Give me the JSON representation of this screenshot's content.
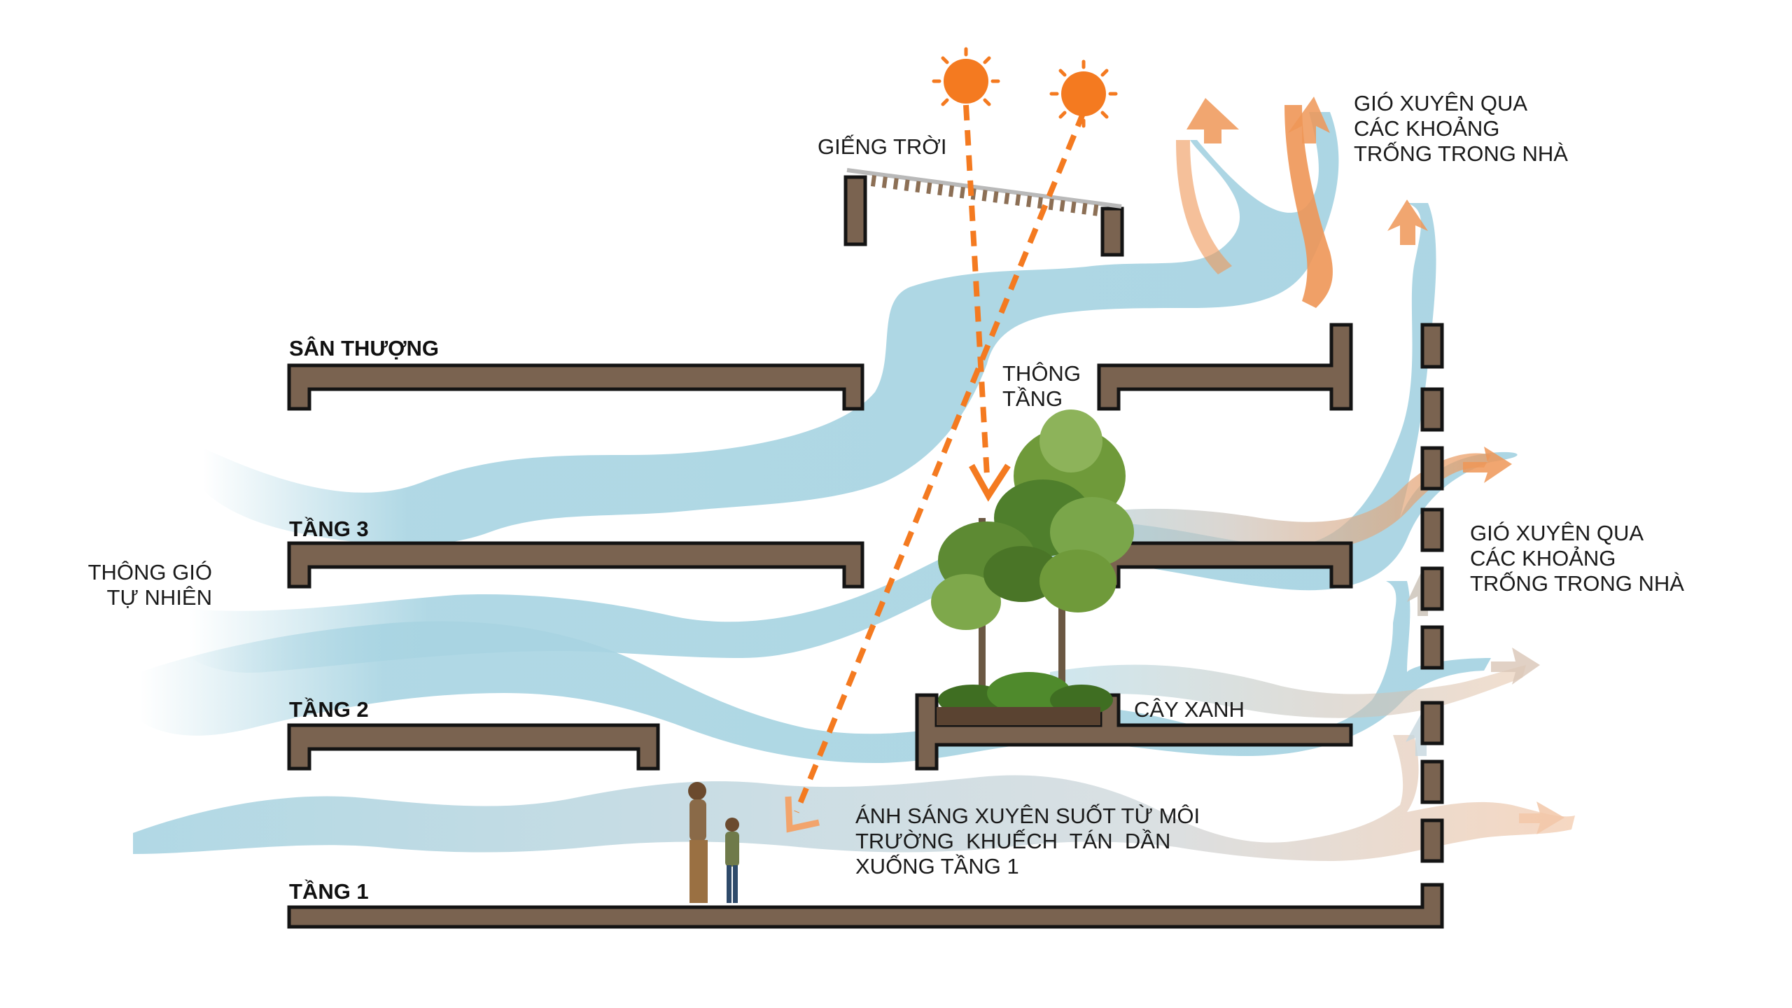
{
  "colors": {
    "slab_fill": "#7a6350",
    "slab_stroke": "#141414",
    "wind_blue": "#a8d4e2",
    "wind_orange": "#ee9657",
    "sun": "#f47a20",
    "light_ray": "#f47a20",
    "skylight_glass": "#b9b9b9",
    "skylight_louver": "#8c6f55"
  },
  "labels": {
    "skylight": "GIẾNG TRỜI",
    "wind_top_1": "GIÓ XUYÊN QUA",
    "wind_top_2": "CÁC KHOẢNG",
    "wind_top_3": "TRỐNG TRONG NHÀ",
    "rooftop": "SÂN THƯỢNG",
    "void_1": "THÔNG",
    "void_2": "TẦNG",
    "floor3": "TẦNG 3",
    "natural_vent_1": "THÔNG GIÓ",
    "natural_vent_2": "TỰ NHIÊN",
    "wind_right_1": "GIÓ XUYÊN QUA",
    "wind_right_2": "CÁC KHOẢNG",
    "wind_right_3": "TRỐNG TRONG NHÀ",
    "floor2": "TẦNG 2",
    "green": "CÂY XANH",
    "light_1": "ÁNH SÁNG XUYÊN SUỐT TỪ MÔI",
    "light_2": "TRƯỜNG  KHUẾCH  TÁN  DẦN",
    "light_3": "XUỐNG TẦNG 1",
    "floor1": "TẦNG 1"
  },
  "icons": [
    "sun-icon",
    "tree-icon",
    "person-icon",
    "arrow-icon"
  ]
}
